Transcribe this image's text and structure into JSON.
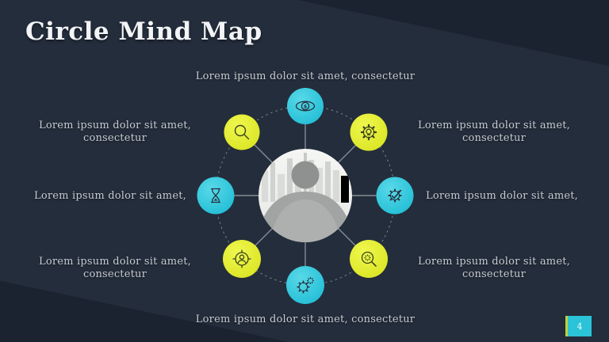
{
  "slide": {
    "title": "Circle Mind Map",
    "page_number": "4"
  },
  "colors": {
    "background_dark": "#1b2330",
    "background_band": "#242d3b",
    "node_cyan": "#2cc6dc",
    "node_yellow": "#e4ee3e",
    "title_text": "#f2f4f7",
    "body_text": "#c6ccd4",
    "connector_line": "#848b95",
    "icon_stroke": "#26323e",
    "page_badge": "#2bc3d8",
    "page_badge_accent": "#bcd33a"
  },
  "nodes": [
    {
      "position": "top",
      "icon": "eye-dollar-icon",
      "circle_color": "cyan",
      "label": "Lorem ipsum dolor sit amet, consectetur"
    },
    {
      "position": "top-right",
      "icon": "gear-bulb-icon",
      "circle_color": "yellow",
      "label": "Lorem ipsum dolor sit amet, consectetur"
    },
    {
      "position": "right",
      "icon": "gear-check-icon",
      "circle_color": "cyan",
      "label": "Lorem ipsum dolor sit amet,"
    },
    {
      "position": "bottom-right",
      "icon": "search-gear-icon",
      "circle_color": "yellow",
      "label": "Lorem ipsum dolor sit amet, consectetur"
    },
    {
      "position": "bottom",
      "icon": "double-gear-icon",
      "circle_color": "cyan",
      "label": "Lorem ipsum dolor sit amet, consectetur"
    },
    {
      "position": "bottom-left",
      "icon": "target-user-icon",
      "circle_color": "yellow",
      "label": "Lorem ipsum dolor sit amet, consectetur"
    },
    {
      "position": "left",
      "icon": "hourglass-icon",
      "circle_color": "cyan",
      "label": "Lorem ipsum dolor sit amet,"
    },
    {
      "position": "top-left",
      "icon": "search-icon",
      "circle_color": "yellow",
      "label": "Lorem ipsum dolor sit amet, consectetur"
    }
  ]
}
